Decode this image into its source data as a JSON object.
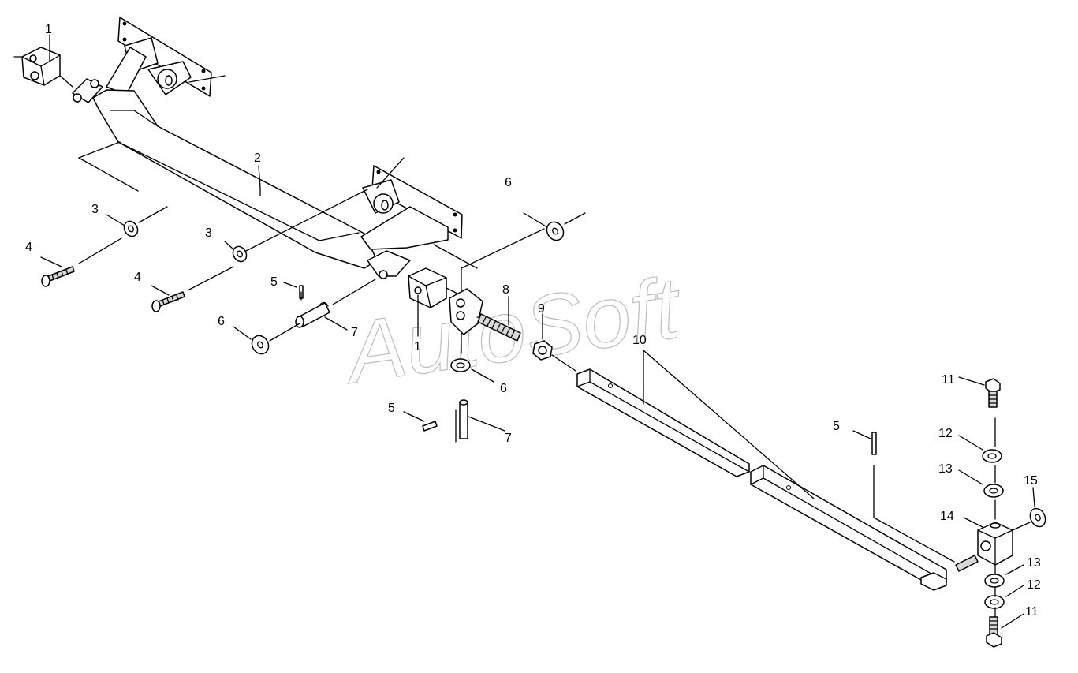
{
  "watermark": "AutoSoft",
  "callouts": {
    "c1a": "1",
    "c1b": "1",
    "c2": "2",
    "c3a": "3",
    "c3b": "3",
    "c4a": "4",
    "c4b": "4",
    "c5a": "5",
    "c5b": "5",
    "c5c": "5",
    "c6a": "6",
    "c6b": "6",
    "c6c": "6",
    "c7a": "7",
    "c7b": "7",
    "c8": "8",
    "c9": "9",
    "c10": "10",
    "c11a": "11",
    "c11b": "11",
    "c12a": "12",
    "c12b": "12",
    "c13a": "13",
    "c13b": "13",
    "c14": "14",
    "c15": "15"
  }
}
